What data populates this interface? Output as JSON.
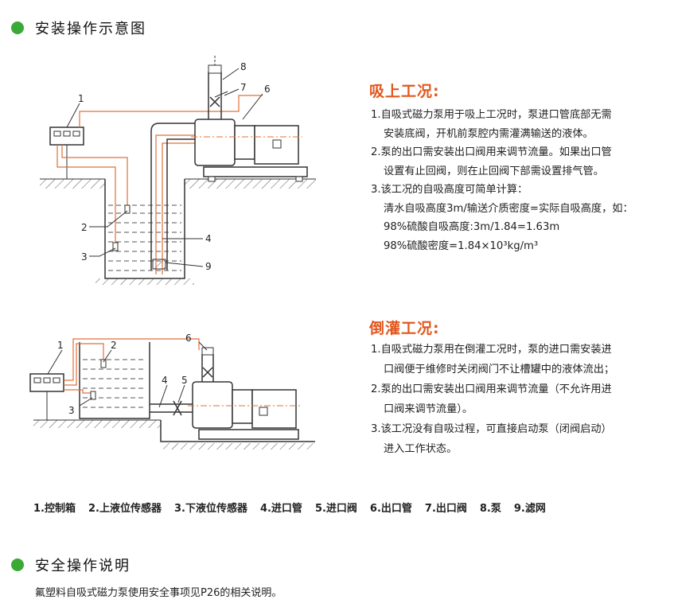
{
  "section1": {
    "title": "安装操作示意图"
  },
  "suction": {
    "title": "吸上工况:",
    "lines": [
      "1.自吸式磁力泵用于吸上工况时，泵进口管底部无需",
      "安装底阀，开机前泵腔内需灌满输送的液体。",
      "2.泵的出口需安装出口阀用来调节流量。如果出口管",
      "设置有止回阀，则在止回阀下部需设置排气管。",
      "3.该工况的自吸高度可简单计算：",
      "清水自吸高度3m/输送介质密度=实际自吸高度，如：",
      "98%硫酸自吸高度:3m/1.84=1.63m",
      "98%硫酸密度=1.84×10³kg/m³"
    ]
  },
  "flooded": {
    "title": "倒灌工况:",
    "lines": [
      "1.自吸式磁力泵用在倒灌工况时，泵的进口需安装进",
      "口阀便于维修时关闭阀门不让槽罐中的液体流出；",
      "2.泵的出口需安装出口阀用来调节流量（不允许用进",
      "口阀来调节流量）。",
      "3.该工况没有自吸过程，可直接启动泵（闭阀启动）",
      "进入工作状态。"
    ]
  },
  "legend": [
    "1.控制箱",
    "2.上液位传感器",
    "3.下液位传感器",
    "4.进口管",
    "5.进口阀",
    "6.出口管",
    "7.出口阀",
    "8.泵",
    "9.滤网"
  ],
  "section2": {
    "title": "安全操作说明"
  },
  "note": "氟塑料自吸式磁力泵使用安全事项见P26的相关说明。",
  "diagram_labels": {
    "top": [
      "1",
      "2",
      "3",
      "4",
      "6",
      "7",
      "8",
      "9"
    ],
    "bottom": [
      "1",
      "2",
      "3",
      "4",
      "5",
      "6"
    ]
  },
  "colors": {
    "accent": "#3aa935",
    "title": "#e2571e",
    "pipe": "#e0703a"
  }
}
